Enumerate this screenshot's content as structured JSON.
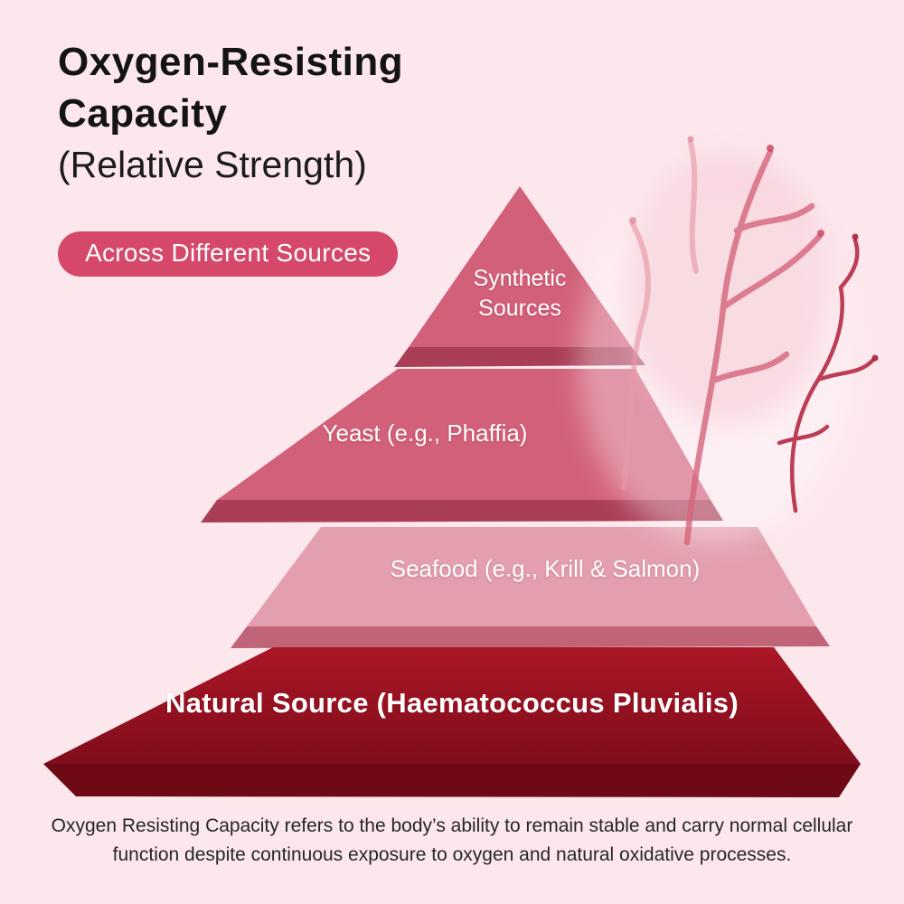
{
  "page": {
    "background_color": "#fce7ed"
  },
  "header": {
    "title_line1": "Oxygen-Resisting",
    "title_line2": "Capacity",
    "title_line3": "(Relative Strength)",
    "badge_label": "Across Different Sources",
    "badge_color": "#d6486a"
  },
  "chart_data": {
    "type": "pyramid",
    "title": "Oxygen-Resisting Capacity (Relative Strength)",
    "subtitle": "Across Different Sources",
    "order_note": "top of pyramid = lowest relative strength, bottom = highest",
    "levels": [
      {
        "rank": 1,
        "label": "Synthetic Sources",
        "color": "#d26079",
        "edge_color": "#aa3e57"
      },
      {
        "rank": 2,
        "label": "Yeast (e.g., Phaffia)",
        "color": "#d26079",
        "edge_color": "#aa3e57"
      },
      {
        "rank": 3,
        "label": "Seafood (e.g., Krill & Salmon)",
        "color": "#e39fae",
        "edge_color": "#c06478"
      },
      {
        "rank": 4,
        "label": "Natural Source (Haematococcus Pluvialis)",
        "color": "#9c1121",
        "edge_color": "#6d0a15"
      }
    ]
  },
  "decoration": {
    "name": "watercolor red seaweed illustration",
    "colors": [
      "#e79aa8",
      "#d4647a",
      "#b52a44"
    ]
  },
  "footer": {
    "text": "Oxygen Resisting Capacity refers to the body’s ability to remain stable and carry normal cellular function despite continuous exposure to oxygen and natural oxidative processes."
  }
}
